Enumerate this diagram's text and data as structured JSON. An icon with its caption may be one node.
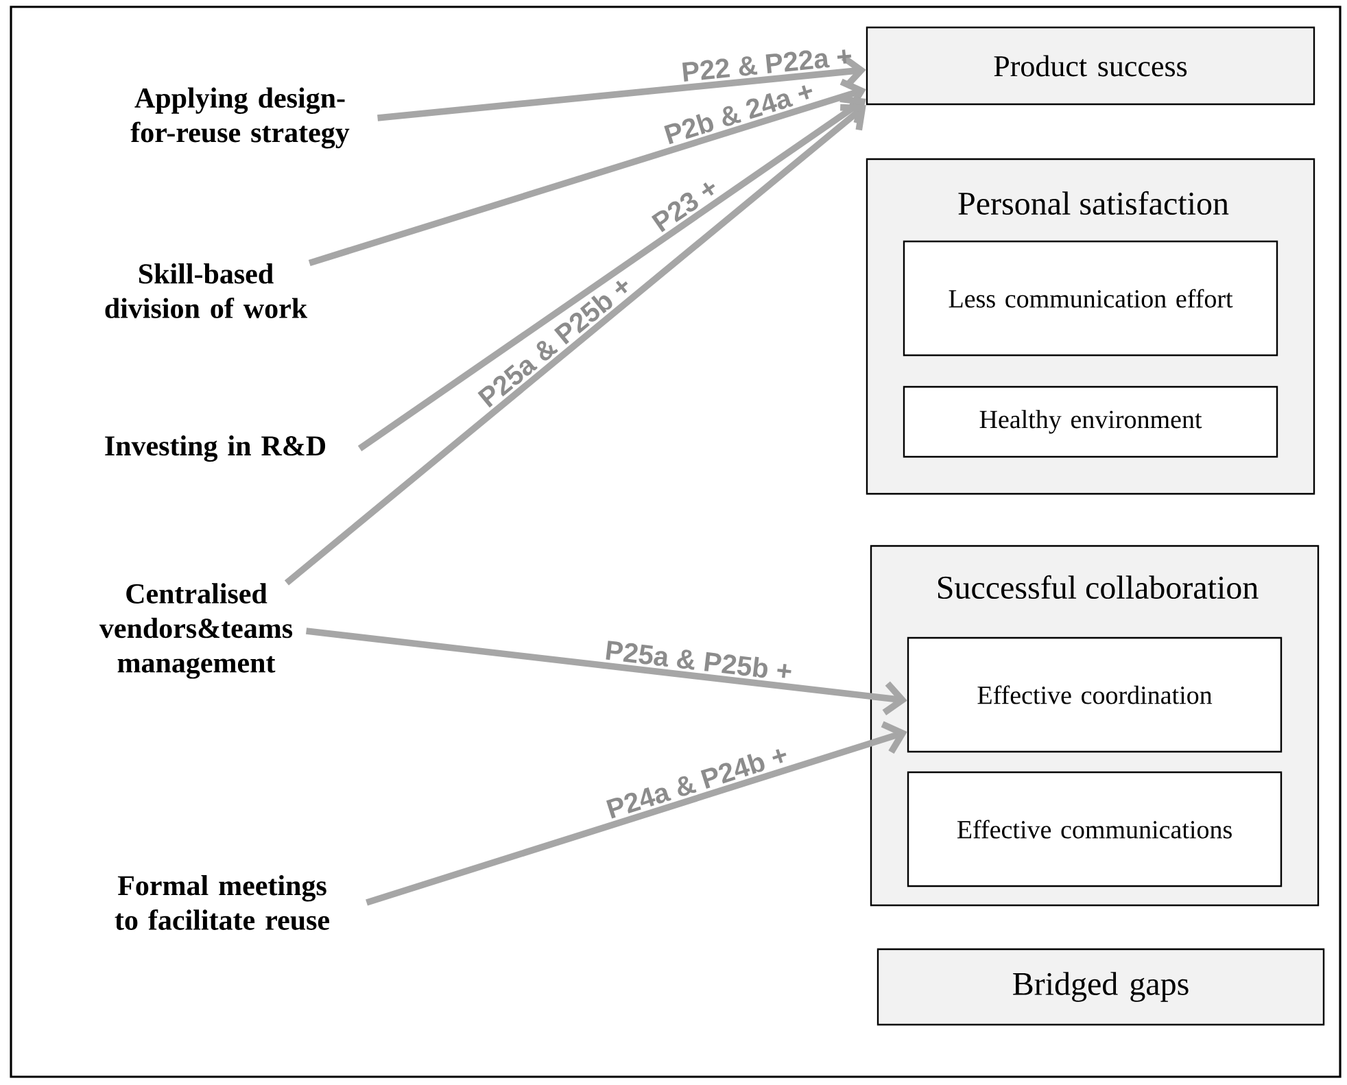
{
  "diagram": {
    "nodes": [
      {
        "text": [
          "Applying design-for-reuse strategy"
        ]
      },
      {
        "text": [
          "Skill-based division of work"
        ]
      },
      {
        "text": [
          "Investing in R&D"
        ]
      },
      {
        "text": [
          "Centralised vendors&teams management"
        ]
      },
      {
        "text": [
          "Formal meetings to facilitate reuse"
        ]
      },
      {
        "text": [
          "Product success"
        ]
      },
      {
        "text": [
          "Personal satisfaction"
        ]
      },
      {
        "text": [
          "Less communication effort"
        ],
        "in": 6
      },
      {
        "text": [
          "Healthy environment"
        ],
        "in": 6
      },
      {
        "text": [
          "Successful collaboration"
        ]
      },
      {
        "text": [
          "Effective coordination"
        ],
        "in": 9
      },
      {
        "text": [
          "Effective communications"
        ],
        "in": 9
      },
      {
        "text": [
          "Bridged gaps"
        ]
      }
    ],
    "edges": [
      {
        "from": 0,
        "to": 5,
        "arrow": "to",
        "label": "P22 & P22a  +"
      },
      {
        "from": 1,
        "to": 5,
        "arrow": "to",
        "label": "P2b & 24a +"
      },
      {
        "from": 2,
        "to": 5,
        "arrow": "to",
        "label": "P23 +"
      },
      {
        "from": 3,
        "to": 5,
        "arrow": "to",
        "label": "P25a & P25b  +"
      },
      {
        "from": 3,
        "to": 10,
        "arrow": "to",
        "label": "P25a & P25b  +"
      },
      {
        "from": 4,
        "to": 10,
        "arrow": "to",
        "label": "P24a & P24b  +"
      }
    ]
  }
}
